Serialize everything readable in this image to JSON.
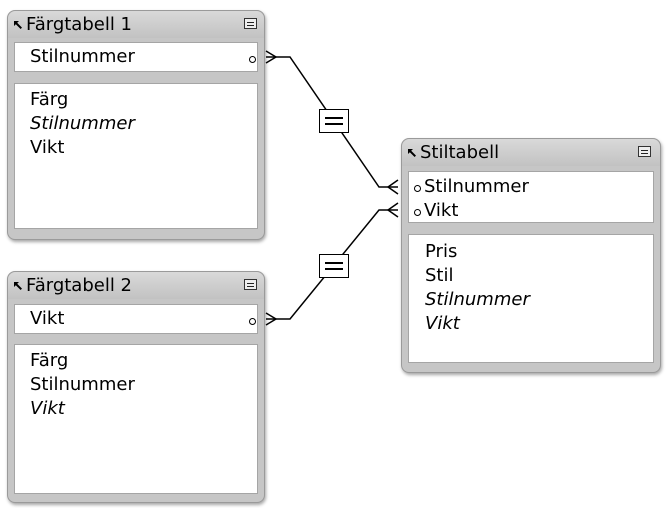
{
  "tables": [
    {
      "name": "Färgtabell 1",
      "match_fields": [
        "Stilnummer"
      ],
      "other_fields": [
        {
          "label": "Färg",
          "italic": false
        },
        {
          "label": "Stilnummer",
          "italic": true
        },
        {
          "label": "Vikt",
          "italic": false
        }
      ]
    },
    {
      "name": "Färgtabell 2",
      "match_fields": [
        "Vikt"
      ],
      "other_fields": [
        {
          "label": "Färg",
          "italic": false
        },
        {
          "label": "Stilnummer",
          "italic": false
        },
        {
          "label": "Vikt",
          "italic": true
        }
      ]
    },
    {
      "name": "Stiltabell",
      "match_fields": [
        "Stilnummer",
        "Vikt"
      ],
      "other_fields": [
        {
          "label": "Pris",
          "italic": false
        },
        {
          "label": "Stil",
          "italic": false
        },
        {
          "label": "Stilnummer",
          "italic": true
        },
        {
          "label": "Vikt",
          "italic": true
        }
      ]
    }
  ],
  "relationships": [
    {
      "from_table": "Färgtabell 1",
      "from_field": "Stilnummer",
      "operator": "=",
      "to_table": "Stiltabell",
      "to_field": "Stilnummer"
    },
    {
      "from_table": "Färgtabell 2",
      "from_field": "Vikt",
      "operator": "=",
      "to_table": "Stiltabell",
      "to_field": "Vikt"
    }
  ],
  "icons": {
    "table_alias": "arrow-up-left-icon",
    "collapse": "collapse-icon",
    "key_field": "key-dot-icon",
    "relationship_operator": "equals-icon"
  }
}
